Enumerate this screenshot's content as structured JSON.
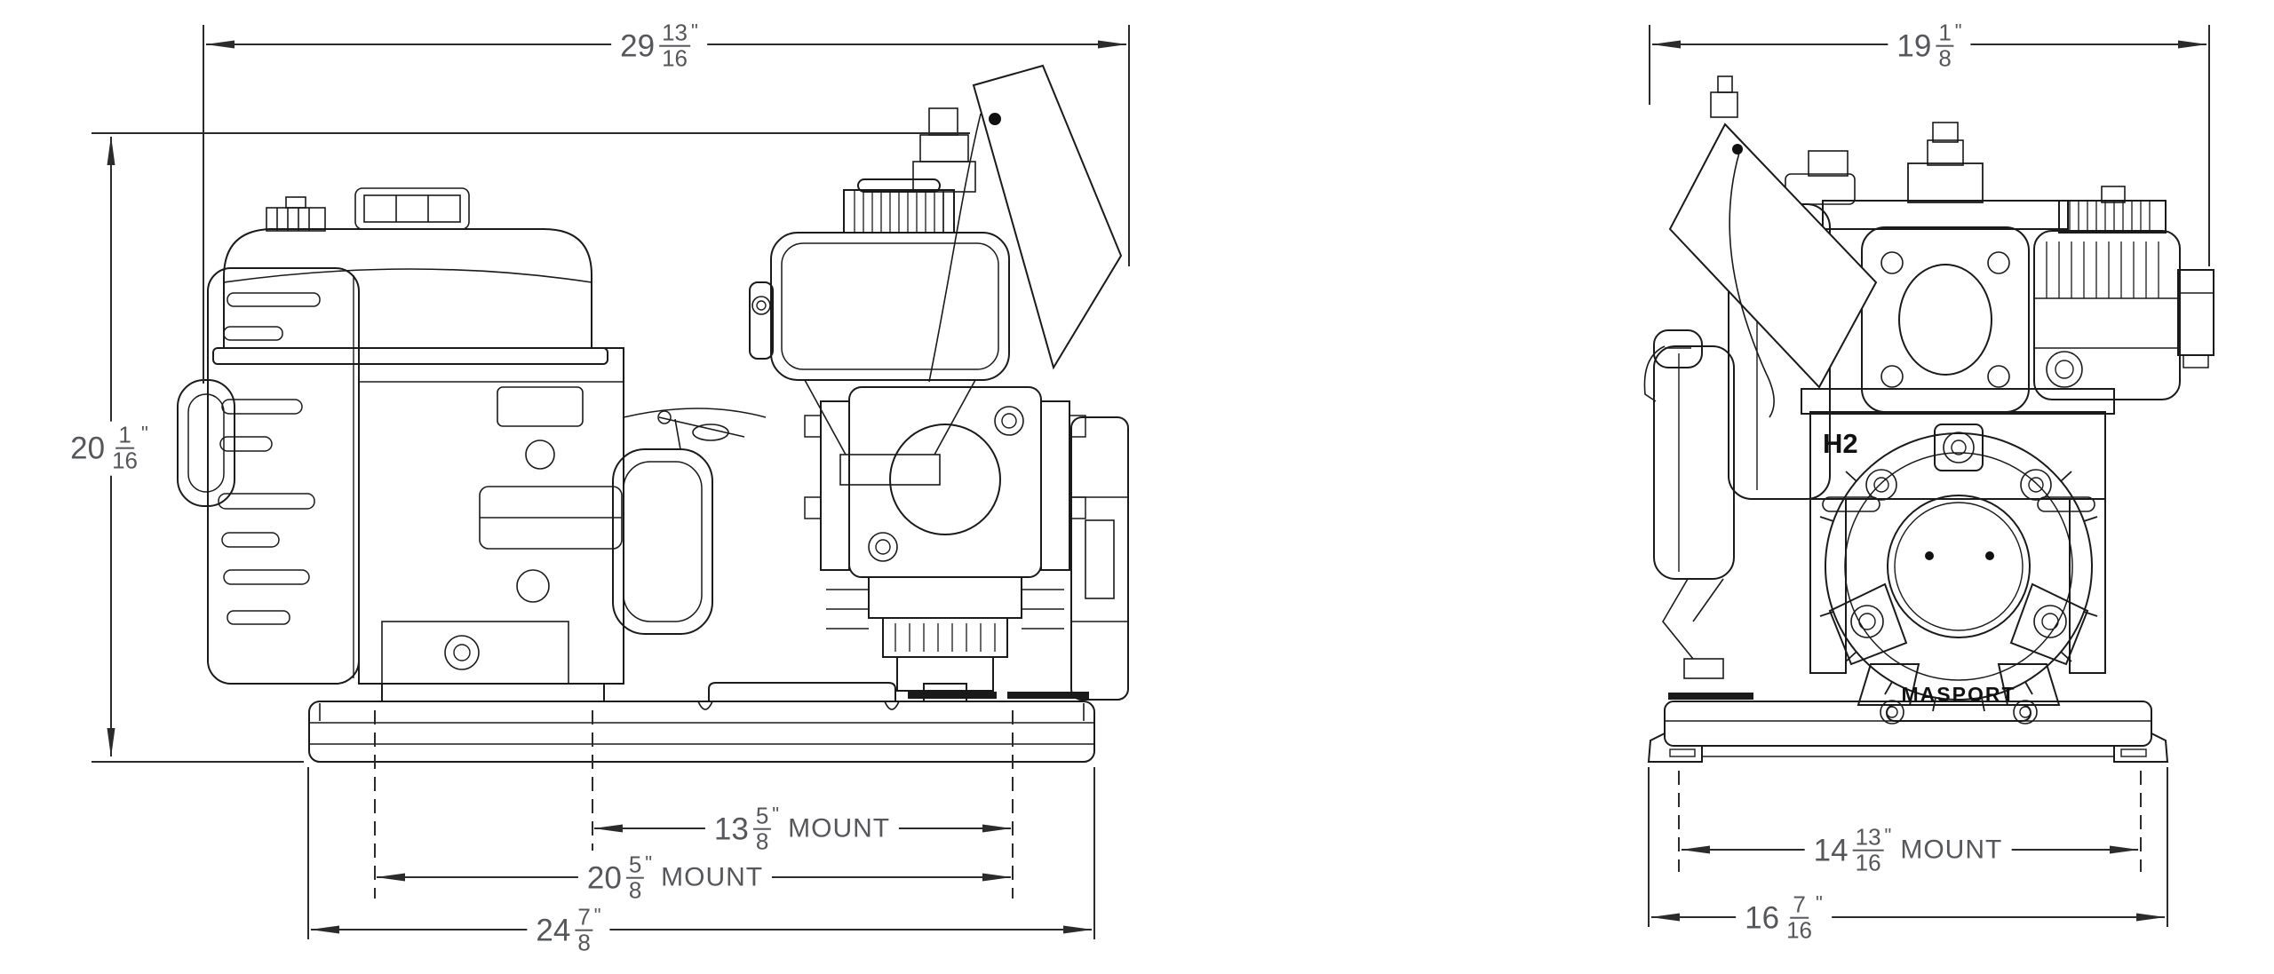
{
  "drawing": {
    "line_color": "#1a1a1a",
    "dim_color": "#56575b",
    "views": {
      "side": {
        "name": "side-elevation",
        "dims": {
          "overall_width": {
            "whole": "29",
            "num": "13",
            "den": "16",
            "unit": "\"",
            "suffix": ""
          },
          "overall_height": {
            "whole": "20",
            "num": "1",
            "den": "16",
            "unit": "\"",
            "suffix": ""
          },
          "mount_inner": {
            "whole": "13",
            "num": "5",
            "den": "8",
            "unit": "\"",
            "suffix": "MOUNT"
          },
          "mount_outer": {
            "whole": "20",
            "num": "5",
            "den": "8",
            "unit": "\"",
            "suffix": "MOUNT"
          },
          "base_length": {
            "whole": "24",
            "num": "7",
            "den": "8",
            "unit": "\"",
            "suffix": ""
          }
        }
      },
      "end": {
        "name": "end-elevation",
        "labels": {
          "model": "H2",
          "brand": "MASPORT"
        },
        "dims": {
          "overall_width": {
            "whole": "19",
            "num": "1",
            "den": "8",
            "unit": "\"",
            "suffix": ""
          },
          "mount": {
            "whole": "14",
            "num": "13",
            "den": "16",
            "unit": "\"",
            "suffix": "MOUNT"
          },
          "base_length": {
            "whole": "16",
            "num": "7",
            "den": "16",
            "unit": "\"",
            "suffix": ""
          }
        }
      }
    }
  }
}
